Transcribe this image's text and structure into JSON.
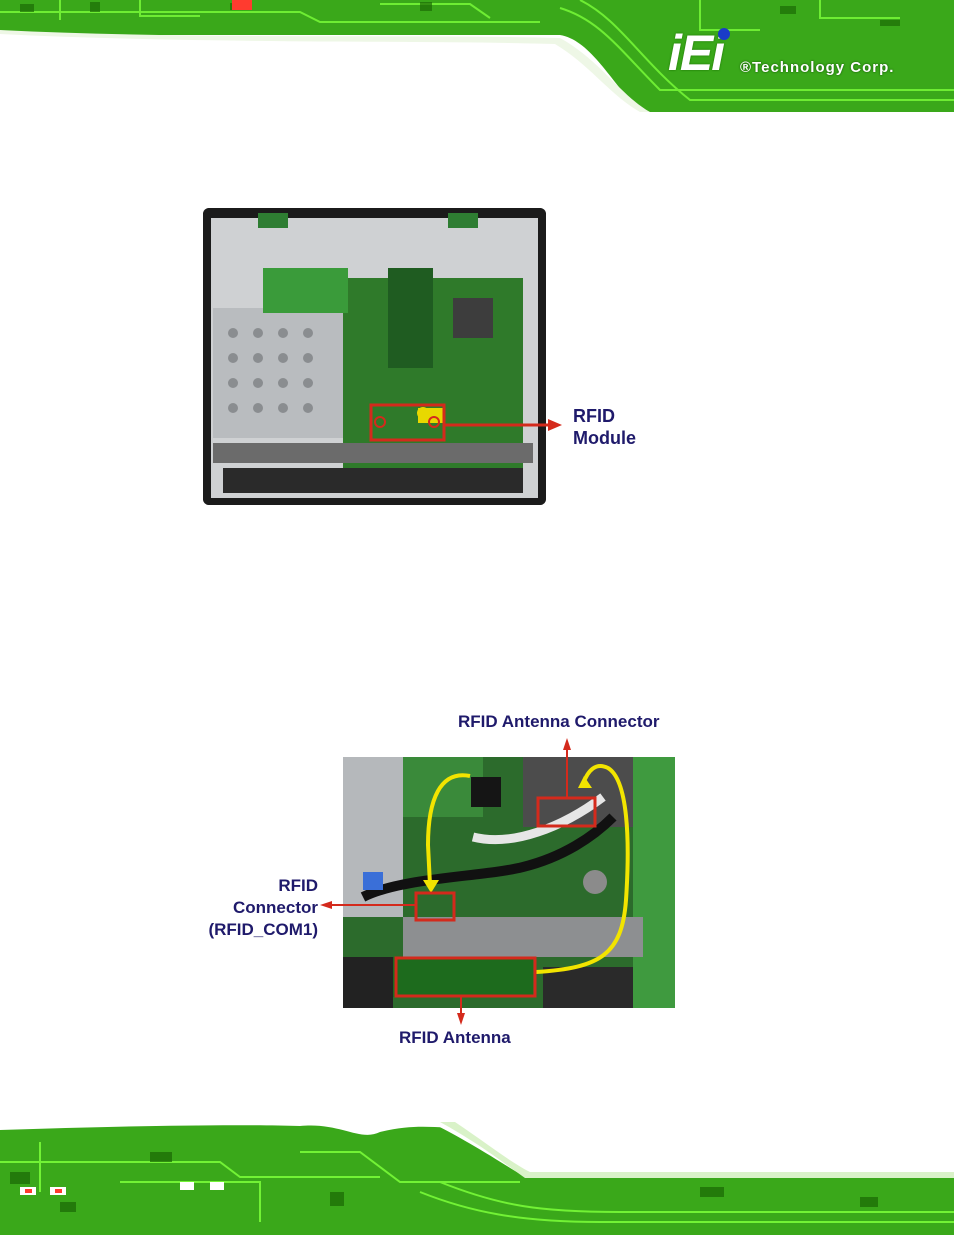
{
  "header": {
    "logo": {
      "mark": "iEi",
      "company": "®Technology Corp."
    }
  },
  "figure1": {
    "label": "RFID Module",
    "label_line1": "RFID",
    "label_line2": "Module"
  },
  "figure2": {
    "labels": {
      "antenna_connector": "RFID Antenna Connector",
      "connector_line1": "RFID",
      "connector_line2": "Connector",
      "connector_line3": "(RFID_COM1)",
      "antenna": "RFID Antenna"
    }
  },
  "colors": {
    "pcb_green": "#3aa81a",
    "callout_red": "#d42a1c",
    "label_navy": "#1f1a6b",
    "cable_yellow": "#f2e400"
  }
}
